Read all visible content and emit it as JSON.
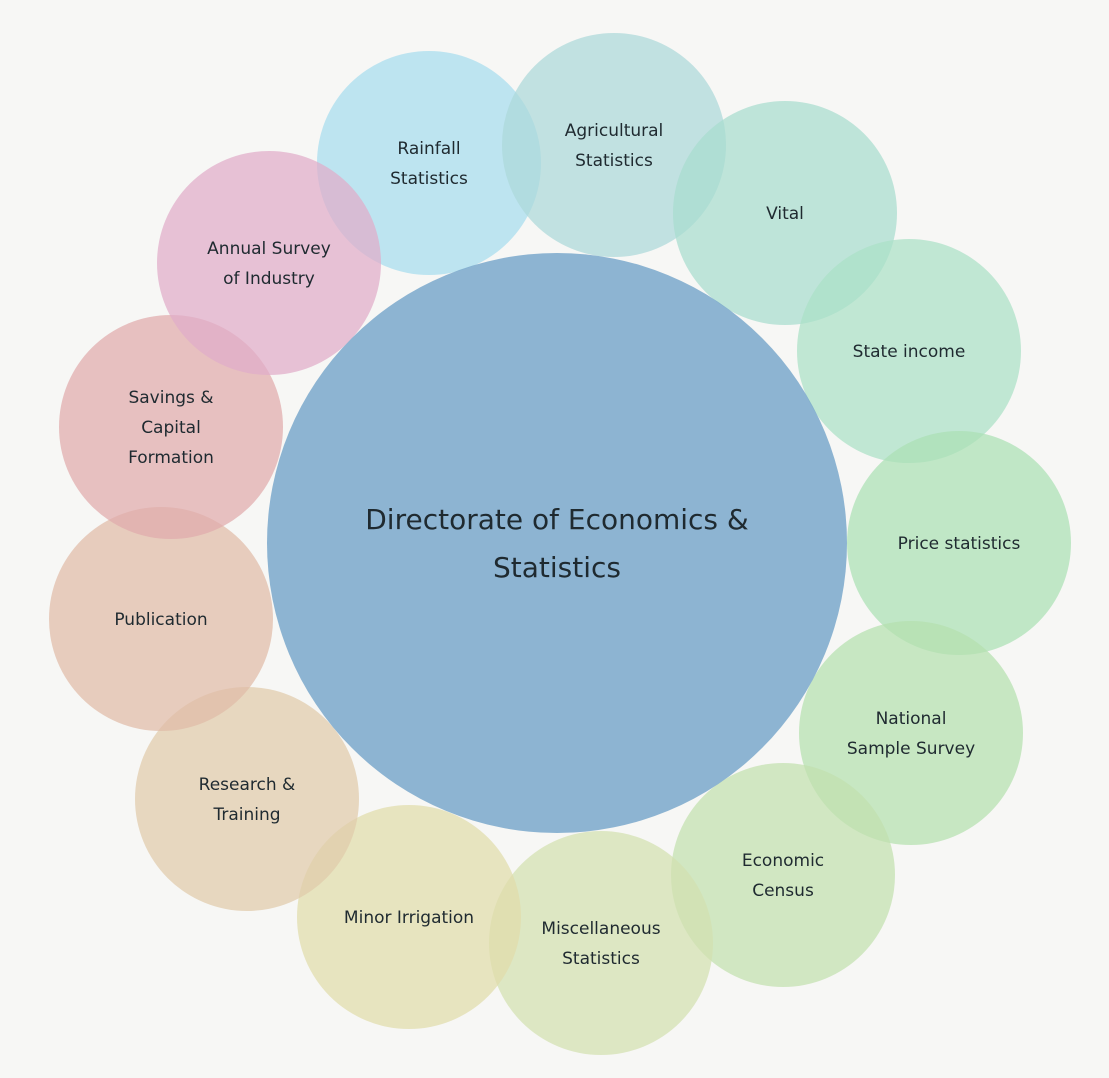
{
  "center": {
    "lines": [
      "Directorate of Economics &",
      "Statistics"
    ],
    "color": "#7aa8cb"
  },
  "satellites": [
    {
      "lines": [
        "Rainfall",
        "Statistics"
      ],
      "color": "#a6dcef"
    },
    {
      "lines": [
        "Agricultural",
        "Statistics"
      ],
      "color": "#acd8da"
    },
    {
      "lines": [
        "Vital"
      ],
      "color": "#a8dcce"
    },
    {
      "lines": [
        "State income"
      ],
      "color": "#aae0c6"
    },
    {
      "lines": [
        "Price statistics"
      ],
      "color": "#abe0b4"
    },
    {
      "lines": [
        "National",
        "Sample Survey"
      ],
      "color": "#b4e0ae"
    },
    {
      "lines": [
        "Economic",
        "Census"
      ],
      "color": "#c2e0ae"
    },
    {
      "lines": [
        "Miscellaneous",
        "Statistics"
      ],
      "color": "#d3e0b0"
    },
    {
      "lines": [
        "Minor Irrigation"
      ],
      "color": "#e0dcaa"
    },
    {
      "lines": [
        "Research &",
        "Training"
      ],
      "color": "#e0cbaa"
    },
    {
      "lines": [
        "Publication"
      ],
      "color": "#e0bba8"
    },
    {
      "lines": [
        "Savings &",
        "Capital",
        "Formation"
      ],
      "color": "#e0abac"
    },
    {
      "lines": [
        "Annual Survey",
        "of Industry"
      ],
      "color": "#e0acc9"
    }
  ]
}
